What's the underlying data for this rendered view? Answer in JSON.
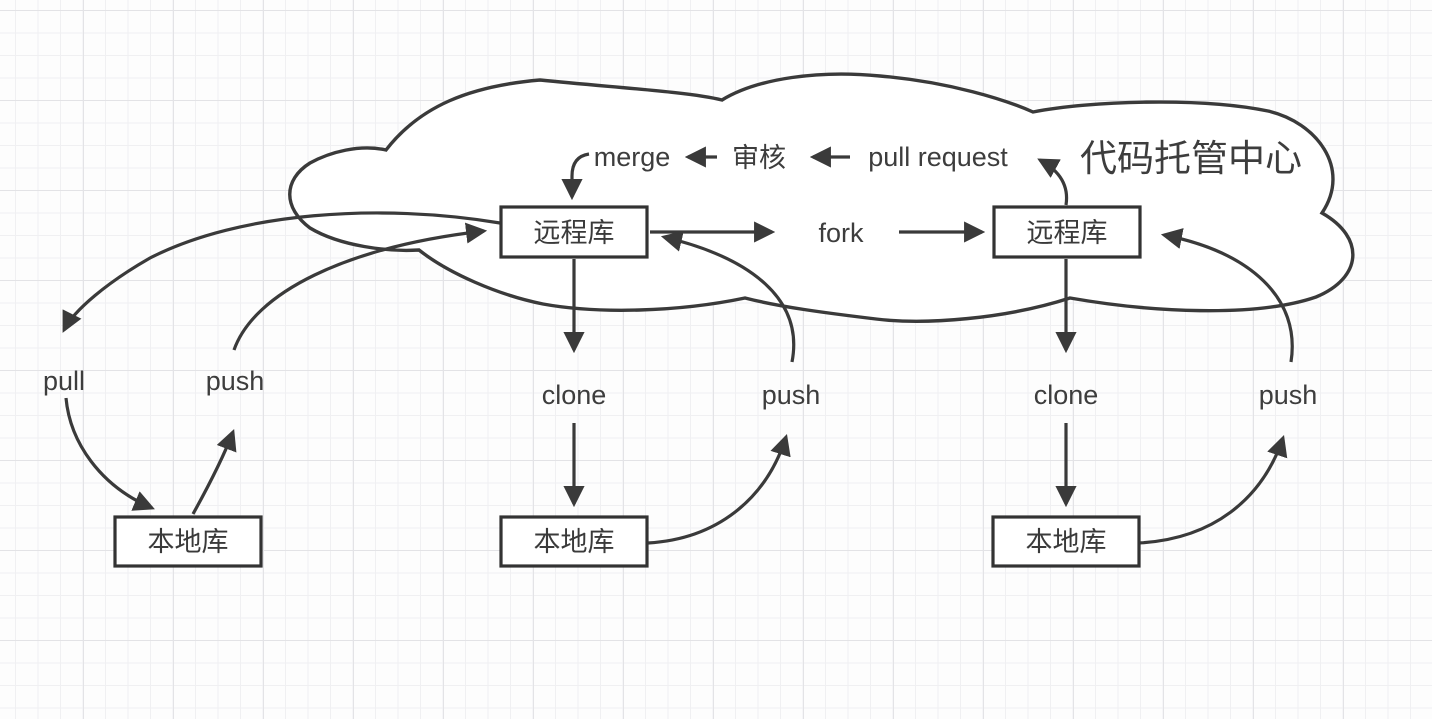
{
  "diagram": {
    "cloud_title": "代码托管中心",
    "nodes": {
      "remote_left": "远程库",
      "remote_right": "远程库",
      "local_left": "本地库",
      "local_center": "本地库",
      "local_right": "本地库"
    },
    "flow_labels": {
      "merge": "merge",
      "review": "审核",
      "pull_request": "pull request",
      "fork": "fork"
    },
    "edge_labels": {
      "pull_left": "pull",
      "push_left": "push",
      "clone_center": "clone",
      "push_center": "push",
      "clone_right": "clone",
      "push_right": "push"
    },
    "colors": {
      "stroke": "#3a3a3a",
      "text": "#3d3d3d",
      "node_fill": "#ffffff",
      "grid_minor": "#f0f0f2",
      "grid_major": "#e3e3e6",
      "background": "#fdfdfd"
    }
  }
}
